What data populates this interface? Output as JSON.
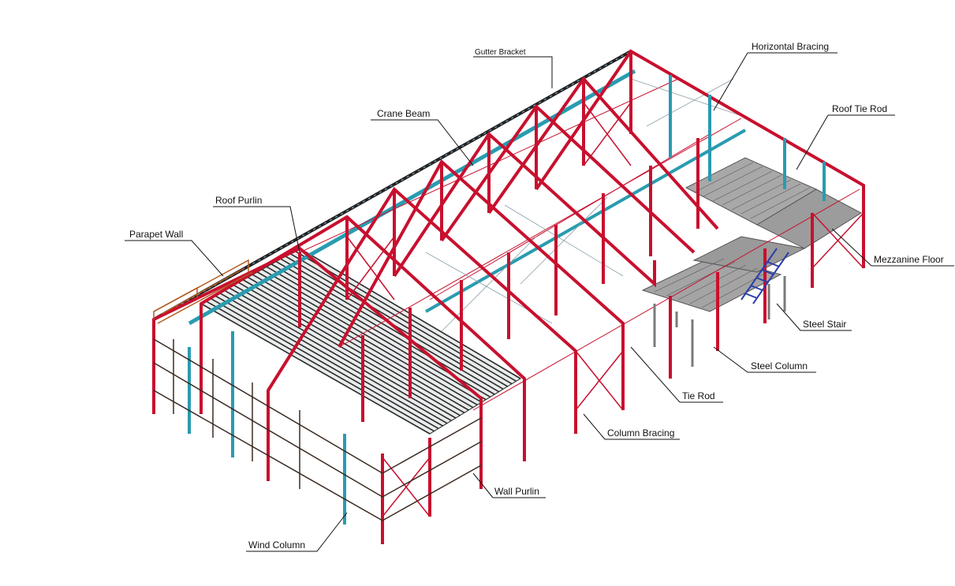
{
  "labels": {
    "gutter_bracket": "Gutter Bracket",
    "horizontal_bracing": "Horizontal Bracing",
    "roof_tie_rod": "Roof Tie Rod",
    "crane_beam": "Crane Beam",
    "roof_purlin": "Roof Purlin",
    "parapet_wall": "Parapet Wall",
    "mezzanine_floor": "Mezzanine Floor",
    "steel_stair": "Steel Stair",
    "steel_column": "Steel Column",
    "tie_rod": "Tie Rod",
    "column_bracing": "Column Bracing",
    "wall_purlin": "Wall Purlin",
    "wind_column": "Wind Column"
  },
  "colors": {
    "frame": "#c8102e",
    "crane": "#2a9bb0",
    "purlin": "#333333",
    "deck": "#9a9a9a",
    "parapet": "#b05a1e",
    "stair": "#2b3ea8",
    "bracing": "#c8102e"
  }
}
